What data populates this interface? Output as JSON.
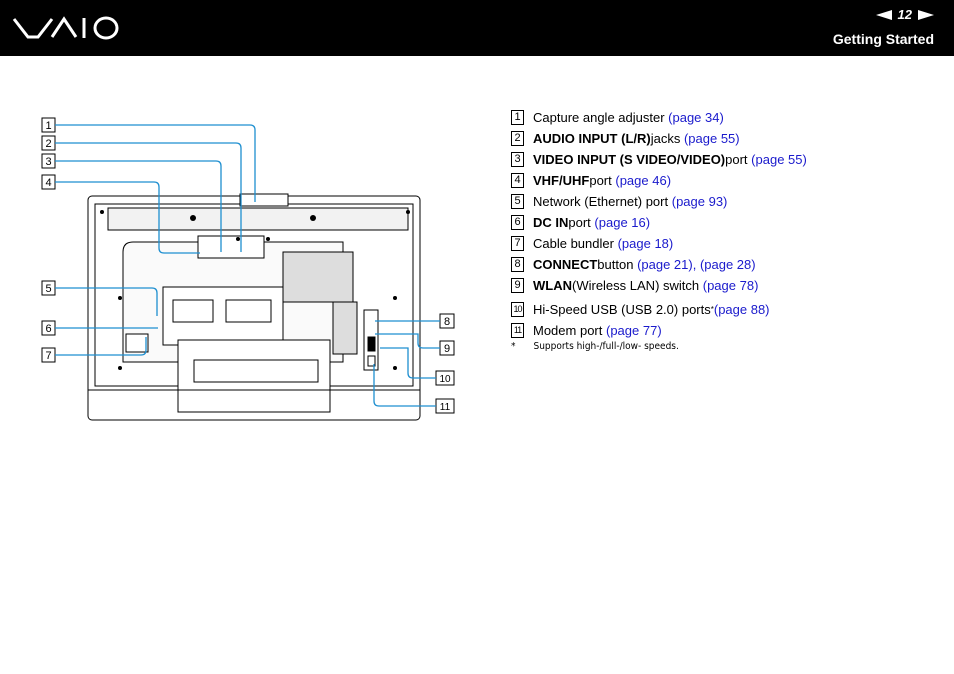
{
  "header": {
    "logo_text": "VAIO",
    "page_number": "12",
    "section_title": "Getting Started"
  },
  "diagram": {
    "callouts": [
      "1",
      "2",
      "3",
      "4",
      "5",
      "6",
      "7",
      "8",
      "9",
      "10",
      "11"
    ]
  },
  "items": [
    {
      "num": "1",
      "pre": "",
      "bold": "",
      "rest": "Capture angle adjuster ",
      "sup": "",
      "link": "(page 34)",
      "link2": ""
    },
    {
      "num": "2",
      "pre": "",
      "bold": "AUDIO INPUT (L/R)",
      "rest": " jacks ",
      "sup": "",
      "link": "(page 55)",
      "link2": ""
    },
    {
      "num": "3",
      "pre": "",
      "bold": "VIDEO INPUT (S VIDEO/VIDEO)",
      "rest": " port ",
      "sup": "",
      "link": "(page 55)",
      "link2": ""
    },
    {
      "num": "4",
      "pre": "",
      "bold": "VHF/UHF",
      "rest": " port ",
      "sup": "",
      "link": "(page 46)",
      "link2": ""
    },
    {
      "num": "5",
      "pre": "",
      "bold": "",
      "rest": "Network (Ethernet) port ",
      "sup": "",
      "link": "(page 93)",
      "link2": ""
    },
    {
      "num": "6",
      "pre": "",
      "bold": "DC IN",
      "rest": " port ",
      "sup": "",
      "link": "(page 16)",
      "link2": ""
    },
    {
      "num": "7",
      "pre": "",
      "bold": "",
      "rest": "Cable bundler ",
      "sup": "",
      "link": "(page 18)",
      "link2": ""
    },
    {
      "num": "8",
      "pre": "",
      "bold": "CONNECT",
      "rest": " button ",
      "sup": "",
      "link": "(page 21)",
      "link2": ", (page 28)"
    },
    {
      "num": "9",
      "pre": "",
      "bold": "WLAN",
      "rest": " (Wireless LAN) switch ",
      "sup": "",
      "link": "(page 78)",
      "link2": ""
    },
    {
      "num": "10",
      "pre": "",
      "bold": "",
      "rest": "Hi-Speed USB (USB 2.0) ports",
      "sup": "*",
      "link": " (page 88)",
      "link2": ""
    },
    {
      "num": "11",
      "pre": "",
      "bold": "",
      "rest": "Modem port ",
      "sup": "",
      "link": "(page 77)",
      "link2": ""
    }
  ],
  "footnote": {
    "mark": "*",
    "text": "Supports high-/full-/low- speeds."
  }
}
